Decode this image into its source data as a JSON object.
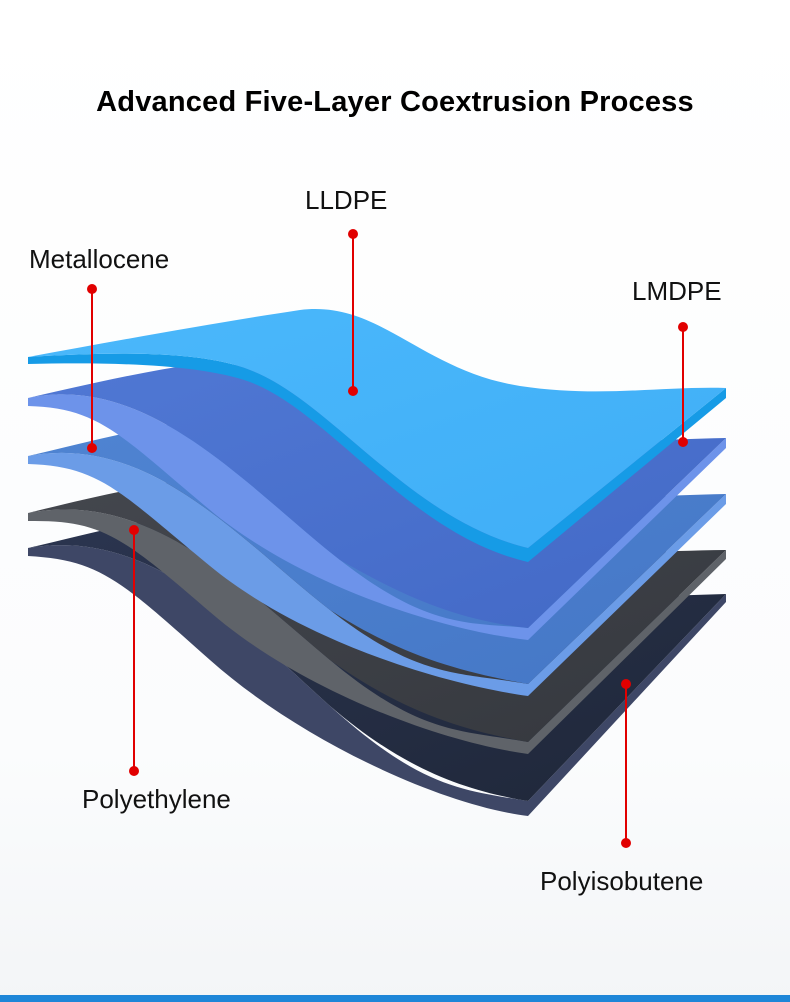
{
  "title": "Advanced Five-Layer Coextrusion Process",
  "labels": {
    "lldpe": "LLDPE",
    "metallocene": "Metallocene",
    "lmdpe": "LMDPE",
    "polyethylene": "Polyethylene",
    "polyisobutene": "Polyisobutene"
  },
  "colors": {
    "top_layer": "#45b3f9",
    "top_layer_edge": "#169be6",
    "second_layer": "#4a74cf",
    "second_layer_edge": "#6d93ea",
    "third_layer": "#4a7dcc",
    "third_layer_edge": "#6b9ce7",
    "fourth_layer": "#3c3f46",
    "fourth_layer_edge": "#5f6369",
    "bottom_layer": "#262f45",
    "bottom_layer_edge": "#3e4766",
    "callout": "#e10000",
    "accent_bar": "#1e86d8"
  }
}
